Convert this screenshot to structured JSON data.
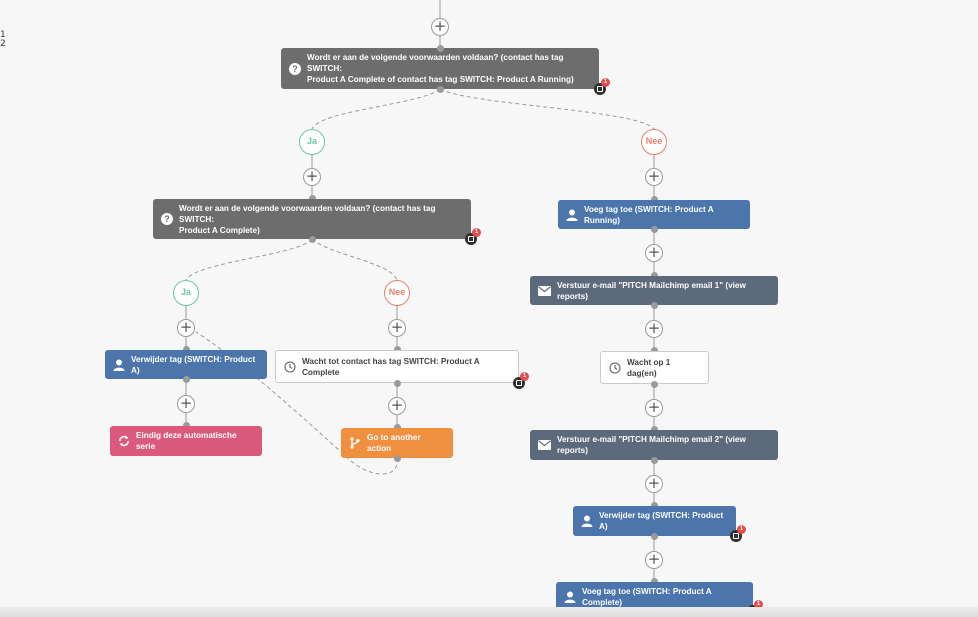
{
  "side_marker": {
    "line1": "1",
    "line2": "2"
  },
  "add_action_symbol": "+",
  "colors": {
    "condition": "#6d6d6d",
    "tag_action": "#4c75ab",
    "email_action": "#5c6a7c",
    "wait_action": "#ffffff",
    "end_action": "#db5a7c",
    "goto_action": "#ef8f3f",
    "yes_branch": "#6cc7a4",
    "no_branch": "#e8806b",
    "notes_badge": "#e54b4b"
  },
  "notes_badge_count": "1",
  "workflow": {
    "condition_1": {
      "line1": "Wordt er aan de volgende voorwaarden voldaan? (contact has tag SWITCH:",
      "line2": "Product A Complete of contact has tag SWITCH: Product A Running)",
      "icon": "question-icon"
    },
    "branch_ja_1": "Ja",
    "branch_nee_1": "Nee",
    "condition_2": {
      "line1": "Wordt er aan de volgende voorwaarden voldaan? (contact has tag SWITCH:",
      "line2": "Product A Complete)",
      "icon": "question-icon"
    },
    "branch_ja_2": "Ja",
    "branch_nee_2": "Nee",
    "remove_tag_left": {
      "label": "Verwijder tag (SWITCH: Product A)",
      "icon": "user-icon"
    },
    "end_automation": {
      "label": "Eindig deze automatische serie",
      "icon": "loop-icon"
    },
    "wait_until_tag": {
      "label": "Wacht tot contact has tag SWITCH: Product A Complete",
      "icon": "clock-icon"
    },
    "goto_action": {
      "label": "Go to another action",
      "icon": "branch-icon"
    },
    "add_tag_running": {
      "label": "Voeg tag toe (SWITCH: Product A Running)",
      "icon": "user-icon"
    },
    "send_email_1": {
      "label": "Verstuur e-mail \"PITCH Mailchimp email 1\" (view reports)",
      "icon": "envelope-icon"
    },
    "wait_1_day": {
      "label": "Wacht op 1 dag(en)",
      "icon": "clock-icon"
    },
    "send_email_2": {
      "label": "Verstuur e-mail \"PITCH Mailchimp email 2\" (view reports)",
      "icon": "envelope-icon"
    },
    "remove_tag_right": {
      "label": "Verwijder tag (SWITCH: Product A)",
      "icon": "user-icon"
    },
    "add_tag_complete": {
      "label": "Voeg tag toe (SWITCH: Product A Complete)",
      "icon": "user-icon"
    }
  }
}
